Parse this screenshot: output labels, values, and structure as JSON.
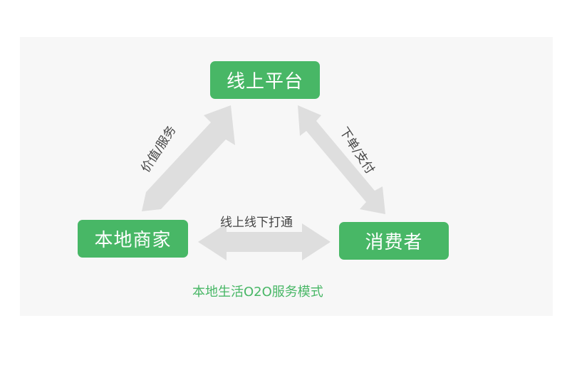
{
  "diagram": {
    "nodes": {
      "top": "线上平台",
      "left": "本地商家",
      "right": "消费者"
    },
    "edges": {
      "left": "价值/服务",
      "right": "下单/支付",
      "bottom": "线上线下打通"
    },
    "caption": "本地生活O2O服务模式"
  },
  "colors": {
    "node_fill": "#48b766",
    "node_text": "#ffffff",
    "arrow": "#dedede",
    "panel": "#f7f7f7",
    "caption": "#48b766",
    "label": "#444444"
  }
}
